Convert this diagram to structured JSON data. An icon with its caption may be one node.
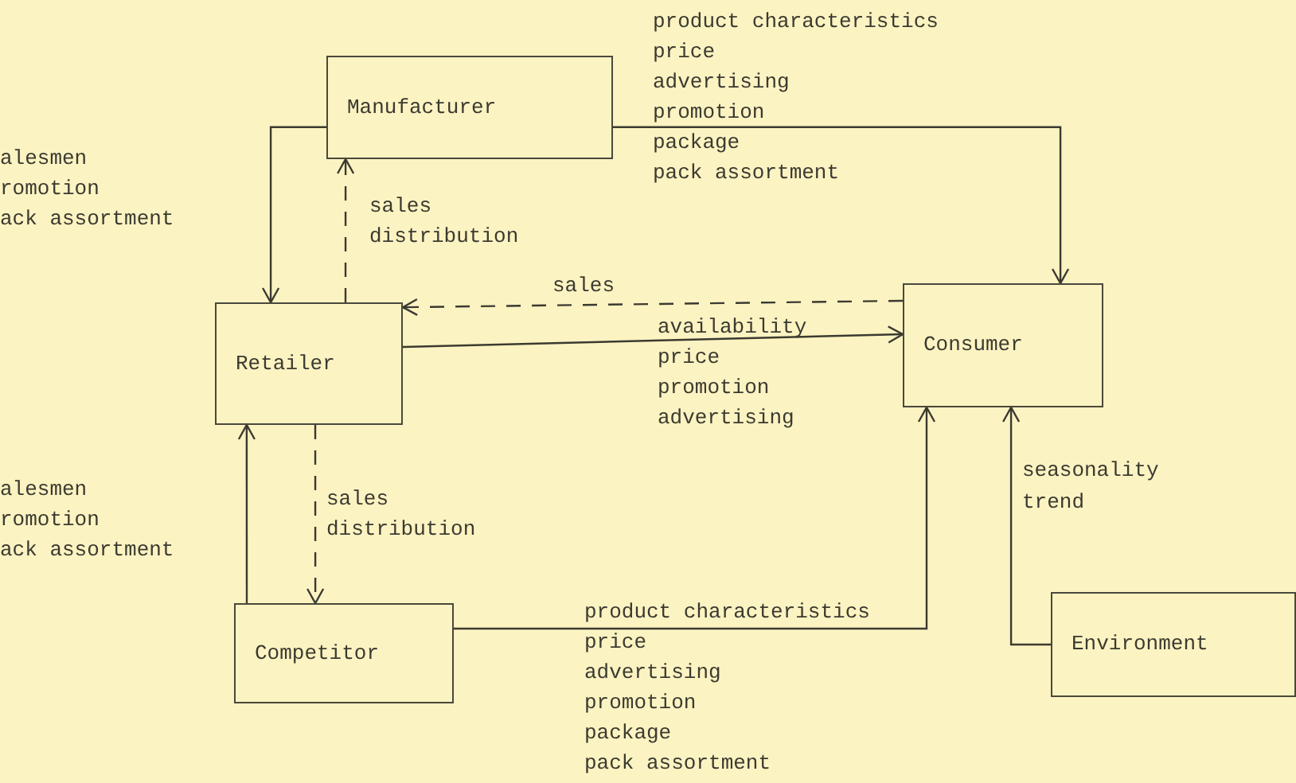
{
  "diagram": {
    "nodes": [
      {
        "text": [
          "Manufacturer"
        ]
      },
      {
        "text": [
          "Retailer"
        ]
      },
      {
        "text": [
          "Consumer"
        ]
      },
      {
        "text": [
          "Competitor"
        ]
      },
      {
        "text": [
          "Environment"
        ]
      }
    ],
    "edges": [
      {
        "from": 0,
        "to": 1,
        "arrow": "to"
      },
      {
        "from": 1,
        "to": 0,
        "arrow": "to",
        "style": "dashed"
      },
      {
        "from": 0,
        "to": 2,
        "arrow": "to"
      },
      {
        "from": 2,
        "to": 1,
        "arrow": "to",
        "style": "dashed",
        "label": "sales"
      },
      {
        "from": 1,
        "to": 2,
        "arrow": "to"
      },
      {
        "from": 3,
        "to": 1,
        "arrow": "to"
      },
      {
        "from": 1,
        "to": 3,
        "arrow": "to",
        "style": "dashed"
      },
      {
        "from": 3,
        "to": 2,
        "arrow": "to"
      },
      {
        "from": 4,
        "to": 2,
        "arrow": "to"
      }
    ],
    "labels": [
      "product characteristics",
      "price",
      "advertising",
      "promotion",
      "package",
      "pack assortment",
      "alesmen",
      "romotion",
      "ack assortment",
      "sales",
      "distribution",
      "availability",
      "price",
      "promotion",
      "advertising",
      "alesmen",
      "romotion",
      "ack assortment",
      "sales",
      "distribution",
      "seasonality",
      "trend",
      "product characteristics",
      "price",
      "advertising",
      "promotion",
      "package",
      "pack assortment"
    ]
  }
}
